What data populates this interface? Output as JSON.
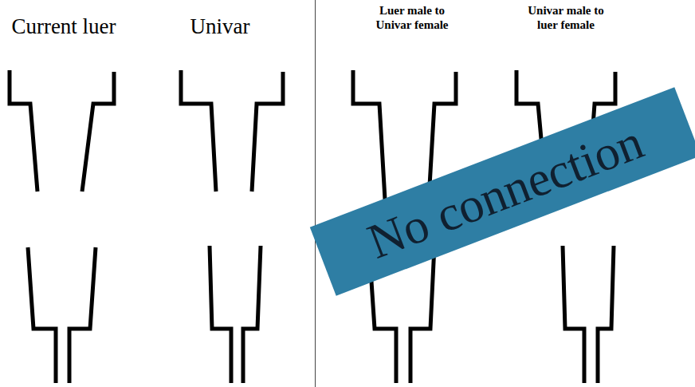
{
  "diagram": {
    "nodes": [
      {
        "text": [
          "No connection"
        ]
      }
    ],
    "labels": [
      "Current luer",
      "Univar",
      "Luer male to Univar female",
      "Univar male to luer female"
    ]
  }
}
